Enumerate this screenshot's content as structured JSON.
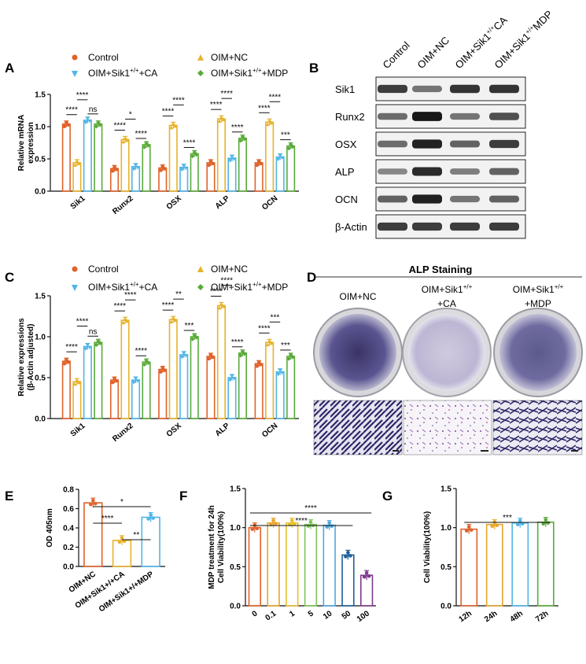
{
  "colors": {
    "control": "#e0622a",
    "oim_nc": "#e8b32a",
    "oim_ca": "#4fb5e6",
    "oim_mdp": "#5aaa3a",
    "f_bars": [
      "#e0622a",
      "#e8a52a",
      "#e6c02a",
      "#7cc45a",
      "#4fa8e0",
      "#1f5f9a",
      "#7e3a8e",
      "#a4253a"
    ],
    "g_bars": [
      "#e0622a",
      "#e8a52a",
      "#4fb5e6",
      "#5aaa3a"
    ]
  },
  "panels": {
    "A": "A",
    "B": "B",
    "C": "C",
    "D": "D",
    "E": "E",
    "F": "F",
    "G": "G"
  },
  "legend": {
    "control": "Control",
    "oim_nc": "OIM+NC",
    "oim_ca_pre": "OIM+Sik1",
    "oim_ca_sup": "+/+",
    "oim_ca_post": "+CA",
    "oim_mdp_pre": "OIM+Sik1",
    "oim_mdp_sup": "+/+",
    "oim_mdp_post": "+MDP"
  },
  "western": {
    "lanes": [
      "Control",
      "OIM+NC",
      "OIM+Sik1+/+CA",
      "OIM+Sik1+/+MDP"
    ],
    "rows": [
      "Sik1",
      "Runx2",
      "OSX",
      "ALP",
      "OCN",
      "β-Actin"
    ],
    "intensity": [
      [
        0.75,
        0.45,
        0.8,
        0.8
      ],
      [
        0.5,
        0.95,
        0.45,
        0.65
      ],
      [
        0.5,
        0.9,
        0.55,
        0.75
      ],
      [
        0.35,
        0.85,
        0.4,
        0.55
      ],
      [
        0.55,
        0.9,
        0.45,
        0.55
      ],
      [
        0.75,
        0.75,
        0.75,
        0.75
      ]
    ]
  },
  "alp_staining": {
    "title": "ALP Staining",
    "groups": [
      {
        "line1": "OIM+NC",
        "line2": "",
        "sup": ""
      },
      {
        "line1": "OIM+Sik1",
        "line2": "+CA",
        "sup": "+/+"
      },
      {
        "line1": "OIM+Sik1",
        "line2": "+MDP",
        "sup": "+/+"
      }
    ],
    "stain_density": [
      0.85,
      0.2,
      0.7
    ]
  },
  "chart_data": [
    {
      "panel": "A",
      "type": "bar",
      "ylabel": "Relative mRNA expression",
      "ylim": [
        0,
        1.5
      ],
      "yticks": [
        "0.0",
        "0.5",
        "1.0",
        "1.5"
      ],
      "categories": [
        "Sik1",
        "Runx2",
        "OSX",
        "ALP",
        "OCN"
      ],
      "series": [
        {
          "name": "Control",
          "values": [
            1.04,
            0.35,
            0.36,
            0.44,
            0.44
          ]
        },
        {
          "name": "OIM+NC",
          "values": [
            0.44,
            0.8,
            1.02,
            1.12,
            1.07
          ]
        },
        {
          "name": "OIM+Sik1+/+CA",
          "values": [
            1.1,
            0.38,
            0.37,
            0.51,
            0.53
          ]
        },
        {
          "name": "OIM+Sik1+/+MDP",
          "values": [
            1.04,
            0.72,
            0.58,
            0.82,
            0.7
          ]
        }
      ],
      "significance": [
        {
          "group": 0,
          "from": 0,
          "to": 1,
          "label": "****"
        },
        {
          "group": 0,
          "from": 1,
          "to": 2,
          "label": "****"
        },
        {
          "group": 0,
          "from": 2,
          "to": 3,
          "label": "ns"
        },
        {
          "group": 1,
          "from": 0,
          "to": 1,
          "label": "****"
        },
        {
          "group": 1,
          "from": 1,
          "to": 2,
          "label": "*"
        },
        {
          "group": 1,
          "from": 2,
          "to": 3,
          "label": "****"
        },
        {
          "group": 2,
          "from": 0,
          "to": 1,
          "label": "****"
        },
        {
          "group": 2,
          "from": 1,
          "to": 2,
          "label": "****"
        },
        {
          "group": 2,
          "from": 2,
          "to": 3,
          "label": "****"
        },
        {
          "group": 3,
          "from": 0,
          "to": 1,
          "label": "****"
        },
        {
          "group": 3,
          "from": 1,
          "to": 2,
          "label": "****"
        },
        {
          "group": 3,
          "from": 2,
          "to": 3,
          "label": "****"
        },
        {
          "group": 4,
          "from": 0,
          "to": 1,
          "label": "****"
        },
        {
          "group": 4,
          "from": 1,
          "to": 2,
          "label": "****"
        },
        {
          "group": 4,
          "from": 2,
          "to": 3,
          "label": "***"
        }
      ]
    },
    {
      "panel": "C",
      "type": "bar",
      "ylabel": "Relative expressions (β-Actin adjusted)",
      "ylim": [
        0,
        1.5
      ],
      "yticks": [
        "0.0",
        "0.5",
        "1.0",
        "1.5"
      ],
      "categories": [
        "Sik1",
        "Runx2",
        "OSX",
        "ALP",
        "OCN"
      ],
      "series": [
        {
          "name": "Control",
          "values": [
            0.7,
            0.47,
            0.6,
            0.76,
            0.67
          ]
        },
        {
          "name": "OIM+NC",
          "values": [
            0.45,
            1.2,
            1.21,
            1.38,
            0.93
          ]
        },
        {
          "name": "OIM+Sik1+/+CA",
          "values": [
            0.88,
            0.47,
            0.78,
            0.5,
            0.57
          ]
        },
        {
          "name": "OIM+Sik1+/+MDP",
          "values": [
            0.93,
            0.69,
            1.0,
            0.8,
            0.76
          ]
        }
      ],
      "significance": [
        {
          "group": 0,
          "from": 0,
          "to": 1,
          "label": "****"
        },
        {
          "group": 0,
          "from": 1,
          "to": 2,
          "label": "****"
        },
        {
          "group": 0,
          "from": 2,
          "to": 3,
          "label": "ns"
        },
        {
          "group": 1,
          "from": 0,
          "to": 1,
          "label": "****"
        },
        {
          "group": 1,
          "from": 1,
          "to": 2,
          "label": "****"
        },
        {
          "group": 1,
          "from": 2,
          "to": 3,
          "label": "****"
        },
        {
          "group": 2,
          "from": 0,
          "to": 1,
          "label": "****"
        },
        {
          "group": 2,
          "from": 1,
          "to": 2,
          "label": "**"
        },
        {
          "group": 2,
          "from": 2,
          "to": 3,
          "label": "***"
        },
        {
          "group": 3,
          "from": 0,
          "to": 1,
          "label": "****"
        },
        {
          "group": 3,
          "from": 1,
          "to": 2,
          "label": "****"
        },
        {
          "group": 3,
          "from": 2,
          "to": 3,
          "label": "****"
        },
        {
          "group": 4,
          "from": 0,
          "to": 1,
          "label": "****"
        },
        {
          "group": 4,
          "from": 1,
          "to": 2,
          "label": "***"
        },
        {
          "group": 4,
          "from": 2,
          "to": 3,
          "label": "***"
        }
      ]
    },
    {
      "panel": "E",
      "type": "bar",
      "ylabel": "OD 405nm",
      "ylim": [
        0,
        0.8
      ],
      "yticks": [
        "0.0",
        "0.2",
        "0.4",
        "0.6",
        "0.8"
      ],
      "categories": [
        "OIM+NC",
        "OIM+Sik1+/+CA",
        "OIM+Sik1+/+MDP"
      ],
      "values": [
        0.66,
        0.27,
        0.51
      ],
      "significance": [
        {
          "from": 0,
          "to": 1,
          "label": "****"
        },
        {
          "from": 1,
          "to": 2,
          "label": "**"
        },
        {
          "from": 0,
          "to": 2,
          "label": "*"
        }
      ]
    },
    {
      "panel": "F",
      "type": "bar",
      "ylabel": "MDP treatment for 24h Cell Viability(100%)",
      "ylim": [
        0,
        1.5
      ],
      "yticks": [
        "0.0",
        "0.5",
        "1.0",
        "1.5"
      ],
      "categories": [
        "0",
        "0.1",
        "1",
        "5",
        "10",
        "50",
        "100"
      ],
      "values": [
        1.0,
        1.06,
        1.06,
        1.04,
        1.03,
        0.65,
        0.39
      ],
      "significance": [
        {
          "from": 0,
          "to": 6,
          "label": "****"
        },
        {
          "from": 0,
          "to": 5,
          "label": "****"
        }
      ]
    },
    {
      "panel": "G",
      "type": "bar",
      "ylabel": "Cell Viability(100%)",
      "ylim": [
        0,
        1.5
      ],
      "yticks": [
        "0.0",
        "0.5",
        "1.0",
        "1.5"
      ],
      "categories": [
        "12h",
        "24h",
        "48h",
        "72h"
      ],
      "values": [
        0.98,
        1.04,
        1.06,
        1.07
      ],
      "significance": [
        {
          "from": 0,
          "to": 3,
          "label": "***"
        }
      ]
    }
  ]
}
